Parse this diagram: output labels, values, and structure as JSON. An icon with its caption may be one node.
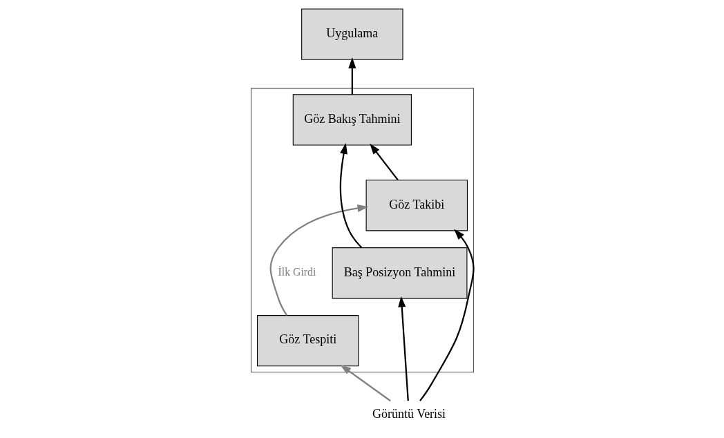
{
  "diagram": {
    "nodes": [
      {
        "text": [],
        "shape": "box"
      },
      {
        "text": [
          "Uygulama"
        ]
      },
      {
        "text": [
          "Göz Tespiti"
        ],
        "in": 0
      },
      {
        "text": [
          "Göz Bakış Tahmini"
        ],
        "in": 0
      },
      {
        "text": [
          "Göz Takibi"
        ],
        "in": 0
      },
      {
        "text": [
          "Baş Posizyon Tahmini"
        ],
        "in": 0
      },
      {
        "text": [
          "Görüntü Verisi"
        ]
      }
    ],
    "edges": [
      {
        "from": 6,
        "to": 2,
        "arrow": "to",
        "color": "#808080"
      },
      {
        "from": 6,
        "to": 4,
        "arrow": "to"
      },
      {
        "from": 6,
        "to": 5,
        "arrow": "to"
      },
      {
        "from": 2,
        "to": 4,
        "arrow": "to",
        "label": "İlk Girdi",
        "color": "#808080"
      },
      {
        "from": 4,
        "to": 3,
        "arrow": "to"
      },
      {
        "from": 5,
        "to": 3,
        "arrow": "to"
      },
      {
        "from": 3,
        "to": 1,
        "arrow": "to"
      }
    ]
  }
}
